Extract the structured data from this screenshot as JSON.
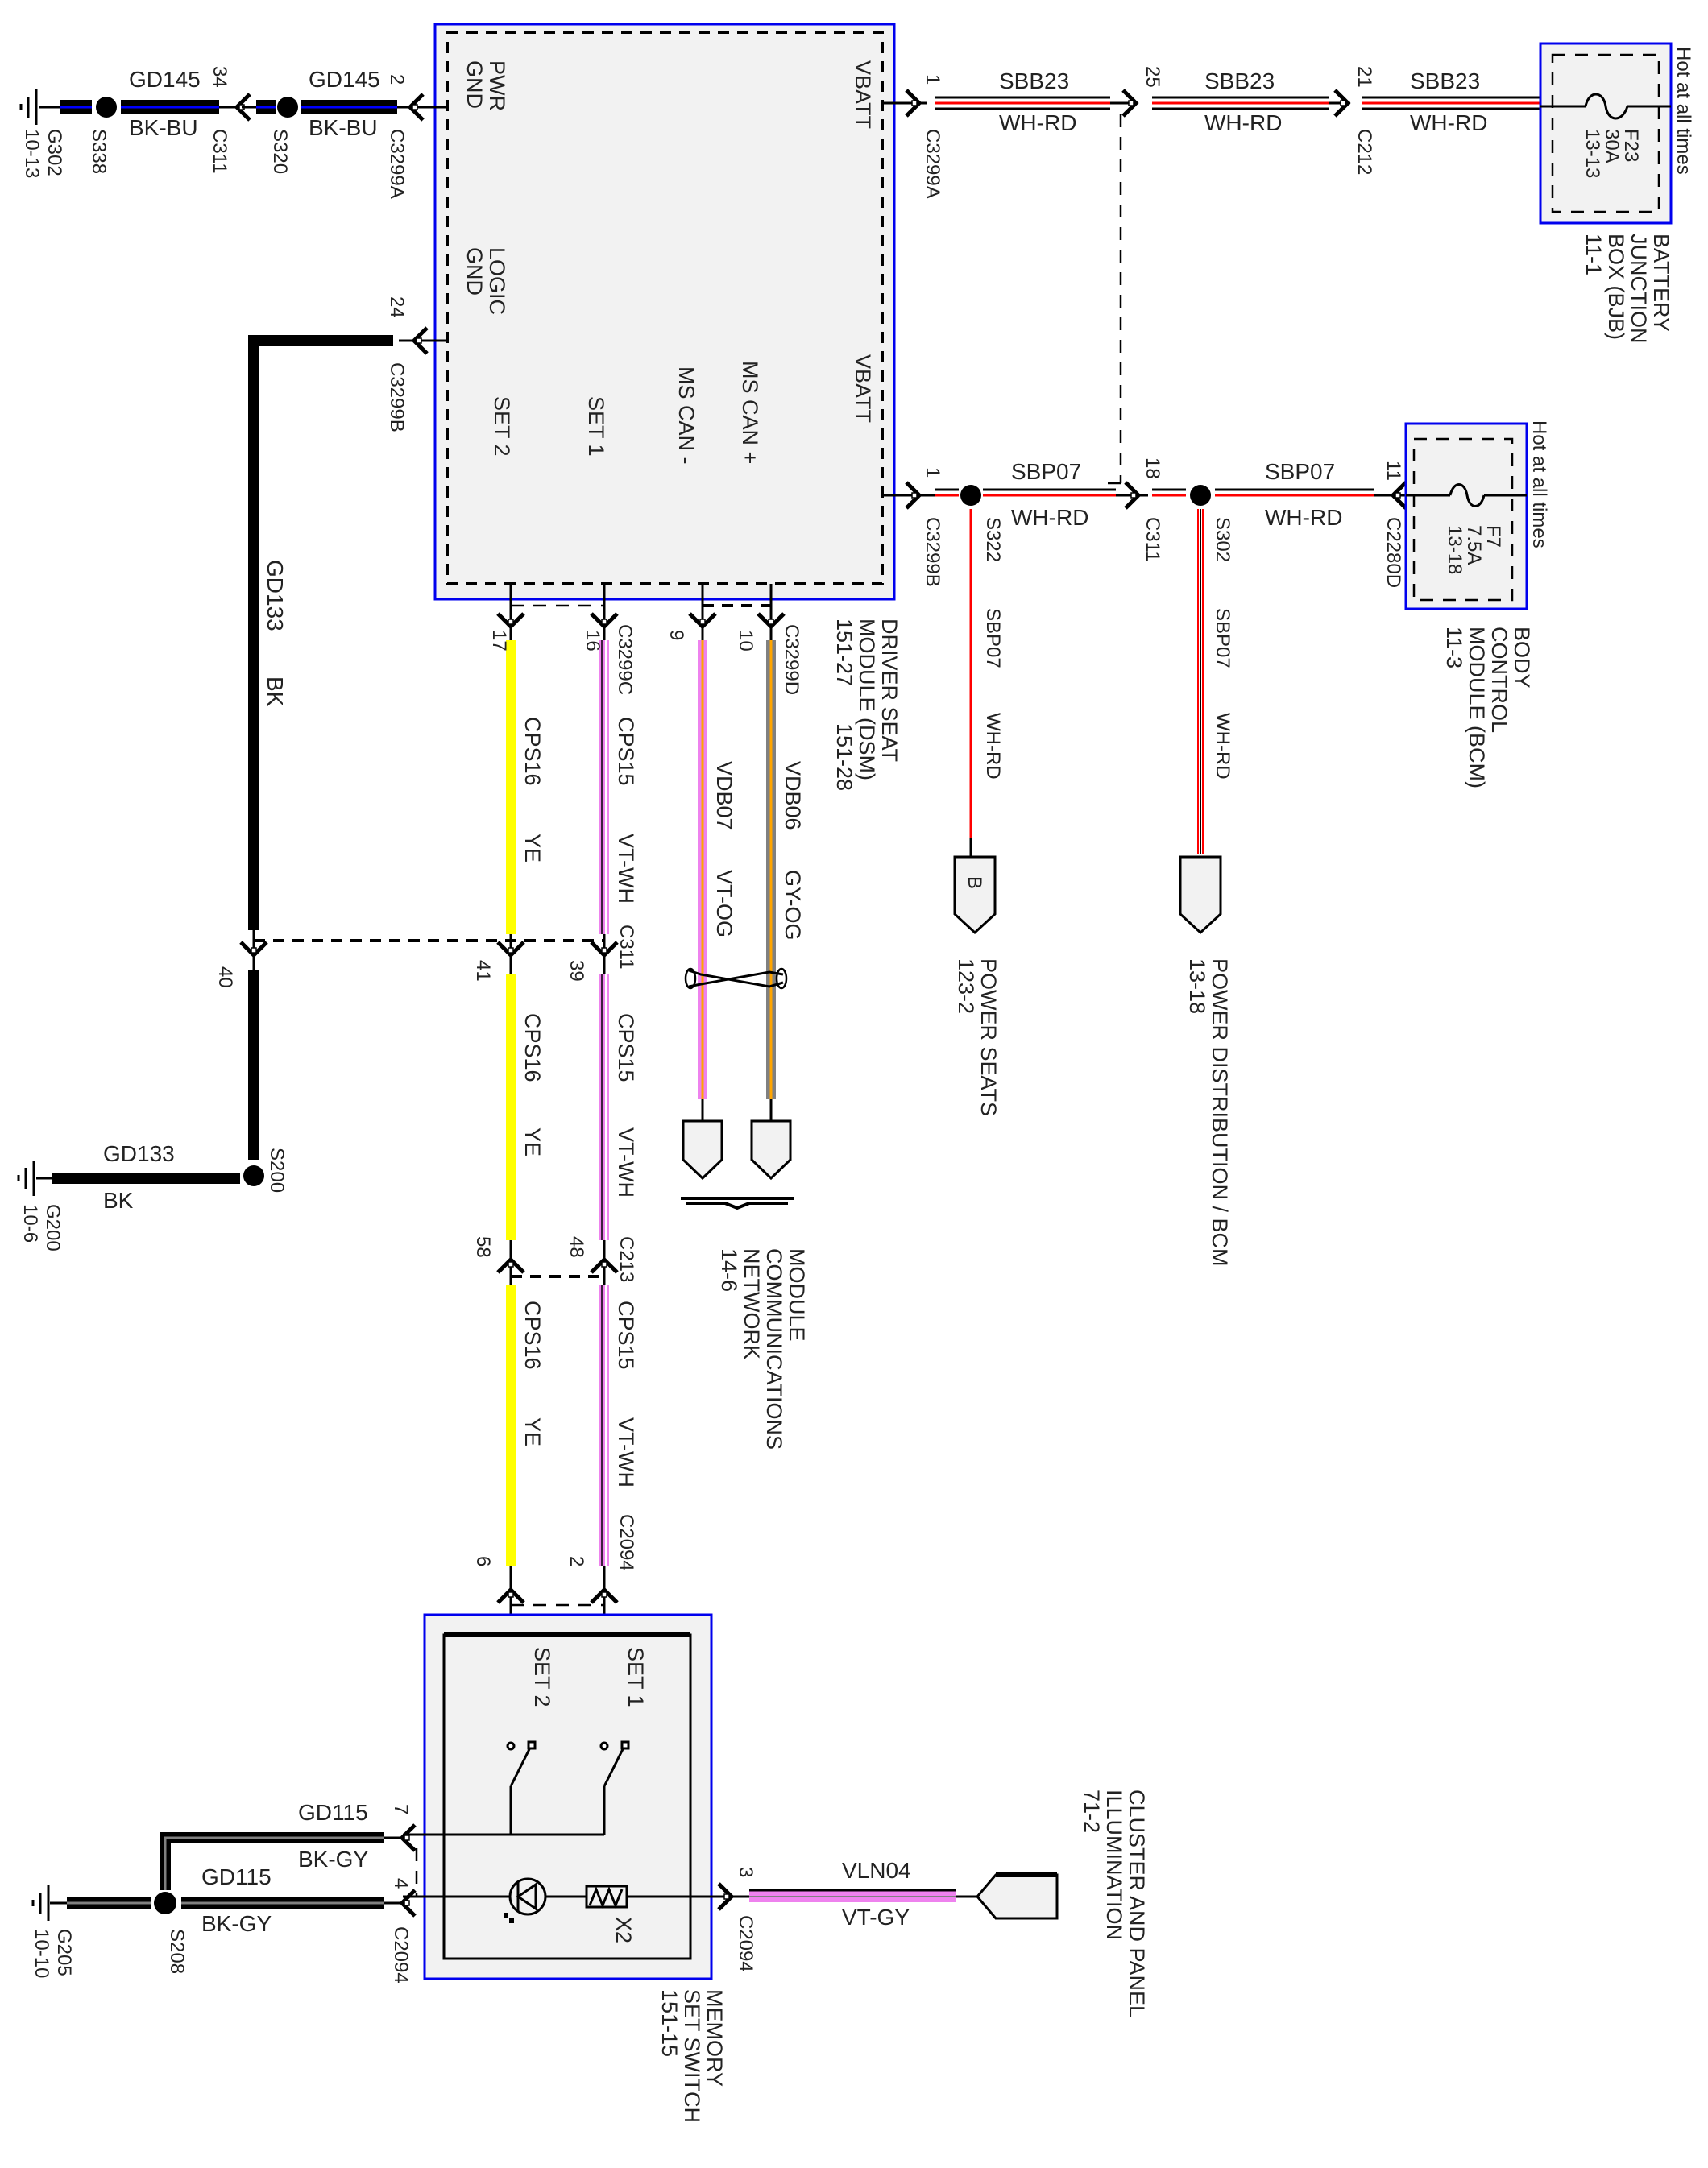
{
  "diagram": {
    "title": "Driver Seat Module / Memory Set Switch wiring",
    "colors": {
      "component_border": "#0000ee",
      "component_fill": "#f2f2f2",
      "black": "#000000",
      "blue": "#0000ff",
      "red": "#ff0000",
      "white": "#ffffff",
      "yellow": "#ffff00",
      "violet": "#ee82ee",
      "orange": "#ffa500",
      "gray": "#808080"
    },
    "components": {
      "dsm": {
        "name_line1": "DRIVER SEAT",
        "name_line2": "MODULE (DSM)",
        "ref_line3a": "151-27",
        "ref_line3b": "151-28",
        "pins": {
          "pwr_gnd_1": "PWR",
          "pwr_gnd_2": "GND",
          "logic_gnd_1": "LOGIC",
          "logic_gnd_2": "GND",
          "vbatt_top": "VBATT",
          "vbatt_bottom": "VBATT",
          "set2": "SET 2",
          "set1": "SET 1",
          "ms_can_minus": "MS CAN -",
          "ms_can_plus": "MS CAN +"
        }
      },
      "bjb": {
        "name_line1": "BATTERY",
        "name_line2": "JUNCTION",
        "name_line3": "BOX (BJB)",
        "ref": "11-1",
        "fuse": "F23",
        "rating": "30A",
        "fuse_ref": "13-13",
        "hot_label": "Hot at all times"
      },
      "bcm": {
        "name_line1": "BODY",
        "name_line2": "CONTROL",
        "name_line3": "MODULE (BCM)",
        "ref": "11-3",
        "fuse": "F7",
        "rating": "7.5A",
        "fuse_ref": "13-18",
        "hot_label": "Hot at all times"
      },
      "memory_switch": {
        "name_line1": "MEMORY",
        "name_line2": "SET SWITCH",
        "ref": "151-15",
        "set1": "SET 1",
        "set2": "SET 2",
        "illum": "X2"
      }
    },
    "grounds": {
      "g302": {
        "id": "G302",
        "ref": "10-13"
      },
      "g200": {
        "id": "G200",
        "ref": "10-6"
      },
      "g205": {
        "id": "G205",
        "ref": "10-10"
      }
    },
    "splices": {
      "s338": "S338",
      "s320": "S320",
      "s200": "S200",
      "s322": "S322",
      "s302": "S302",
      "s208": "S208"
    },
    "connectors": {
      "c311_top": {
        "id": "C311",
        "pin": "34"
      },
      "c3299a_gnd": {
        "id": "C3299A",
        "pin": "2"
      },
      "c3299b_logic": {
        "id": "C3299B",
        "pin": "24"
      },
      "c3299a_vbatt": {
        "id": "C3299A",
        "pin": "1"
      },
      "c_25": {
        "pin": "25"
      },
      "c212": {
        "id": "C212",
        "pin": "21"
      },
      "c3299b_vbatt": {
        "id": "C3299B",
        "pin": "1"
      },
      "c311_18": {
        "id": "C311",
        "pin": "18"
      },
      "c2280d": {
        "id": "C2280D",
        "pin": "11"
      },
      "c3299c": {
        "id": "C3299C",
        "pin_set2": "17",
        "pin_set1": "16"
      },
      "c3299d": {
        "id": "C3299D",
        "pin_canm": "9",
        "pin_canp": "10"
      },
      "c311_mid": {
        "id": "C311",
        "pin_gnd": "40",
        "pin_set2": "41",
        "pin_set1": "39"
      },
      "c213": {
        "id": "C213",
        "pin_set2": "58",
        "pin_set1": "48"
      },
      "c2094_top": {
        "id": "C2094",
        "pin_set2": "6",
        "pin_set1": "2"
      },
      "c2094_left": {
        "id": "C2094",
        "pin_a": "7",
        "pin_b": "4"
      },
      "c2094_right": {
        "id": "C2094",
        "pin": "3"
      }
    },
    "wires": {
      "gd145": {
        "circuit": "GD145",
        "color": "BK-BU"
      },
      "gd133": {
        "circuit": "GD133",
        "color": "BK"
      },
      "sbb23": {
        "circuit": "SBB23",
        "color": "WH-RD"
      },
      "sbp07": {
        "circuit": "SBP07",
        "color": "WH-RD"
      },
      "cps16": {
        "circuit": "CPS16",
        "color": "YE"
      },
      "cps15": {
        "circuit": "CPS15",
        "color": "VT-WH"
      },
      "vdb07": {
        "circuit": "VDB07",
        "color": "VT-OG"
      },
      "vdb06": {
        "circuit": "VDB06",
        "color": "GY-OG"
      },
      "gd115": {
        "circuit": "GD115",
        "color": "BK-GY"
      },
      "vln04": {
        "circuit": "VLN04",
        "color": "VT-GY"
      }
    },
    "references": {
      "power_seats": {
        "label": "POWER SEATS",
        "ref": "123-2",
        "tag": "B"
      },
      "power_distribution": {
        "label": "POWER DISTRIBUTION / BCM",
        "ref": "13-18"
      },
      "module_comm": {
        "line1": "MODULE",
        "line2": "COMMUNICATIONS",
        "line3": "NETWORK",
        "ref": "14-6"
      },
      "cluster": {
        "line1": "CLUSTER AND PANEL",
        "line2": "ILLUMINATION",
        "ref": "71-2"
      }
    }
  }
}
